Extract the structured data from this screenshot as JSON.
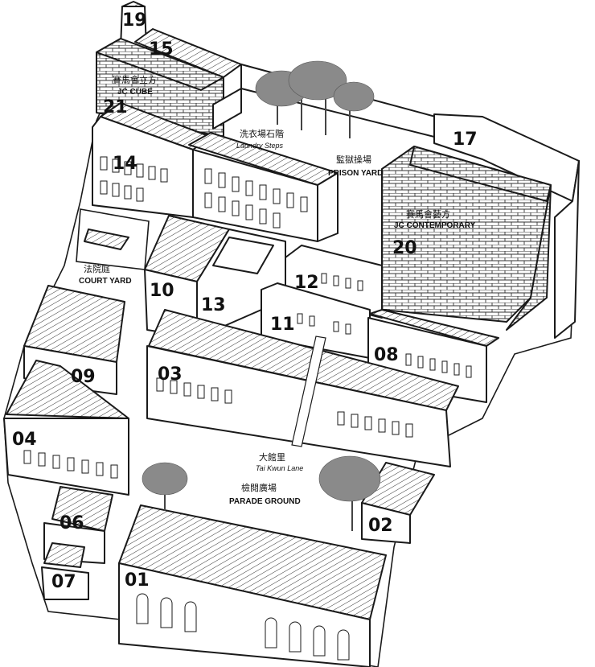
{
  "buildings": [
    {
      "id": "01",
      "num": "01"
    },
    {
      "id": "02",
      "num": "02"
    },
    {
      "id": "03",
      "num": "03"
    },
    {
      "id": "04",
      "num": "04"
    },
    {
      "id": "06",
      "num": "06"
    },
    {
      "id": "07",
      "num": "07"
    },
    {
      "id": "08",
      "num": "08"
    },
    {
      "id": "09",
      "num": "09"
    },
    {
      "id": "10",
      "num": "10"
    },
    {
      "id": "11",
      "num": "11"
    },
    {
      "id": "12",
      "num": "12"
    },
    {
      "id": "13",
      "num": "13"
    },
    {
      "id": "14",
      "num": "14"
    },
    {
      "id": "15",
      "num": "15"
    },
    {
      "id": "17",
      "num": "17"
    },
    {
      "id": "19",
      "num": "19"
    },
    {
      "id": "20",
      "num": "20"
    },
    {
      "id": "21",
      "num": "21"
    }
  ],
  "areas": {
    "jc_cube": {
      "cn": "賽馬會立方",
      "en": "JC CUBE"
    },
    "laundry_steps": {
      "cn": "洗衣場石階",
      "en": "Laundry Steps"
    },
    "prison_yard": {
      "cn": "監獄操場",
      "en": "PRISON YARD"
    },
    "jc_contemporary": {
      "cn": "賽馬會藝方",
      "en": "JC CONTEMPORARY"
    },
    "court_yard": {
      "cn": "法院庭",
      "en": "COURT YARD"
    },
    "tai_kwun_lane": {
      "cn": "大館里",
      "en": "Tai Kwun Lane"
    },
    "parade_ground": {
      "cn": "檢閱廣場",
      "en": "PARADE GROUND"
    }
  },
  "colors": {
    "ink": "#1a1a1a",
    "tree": "#8a8a8a",
    "background": "#ffffff"
  }
}
